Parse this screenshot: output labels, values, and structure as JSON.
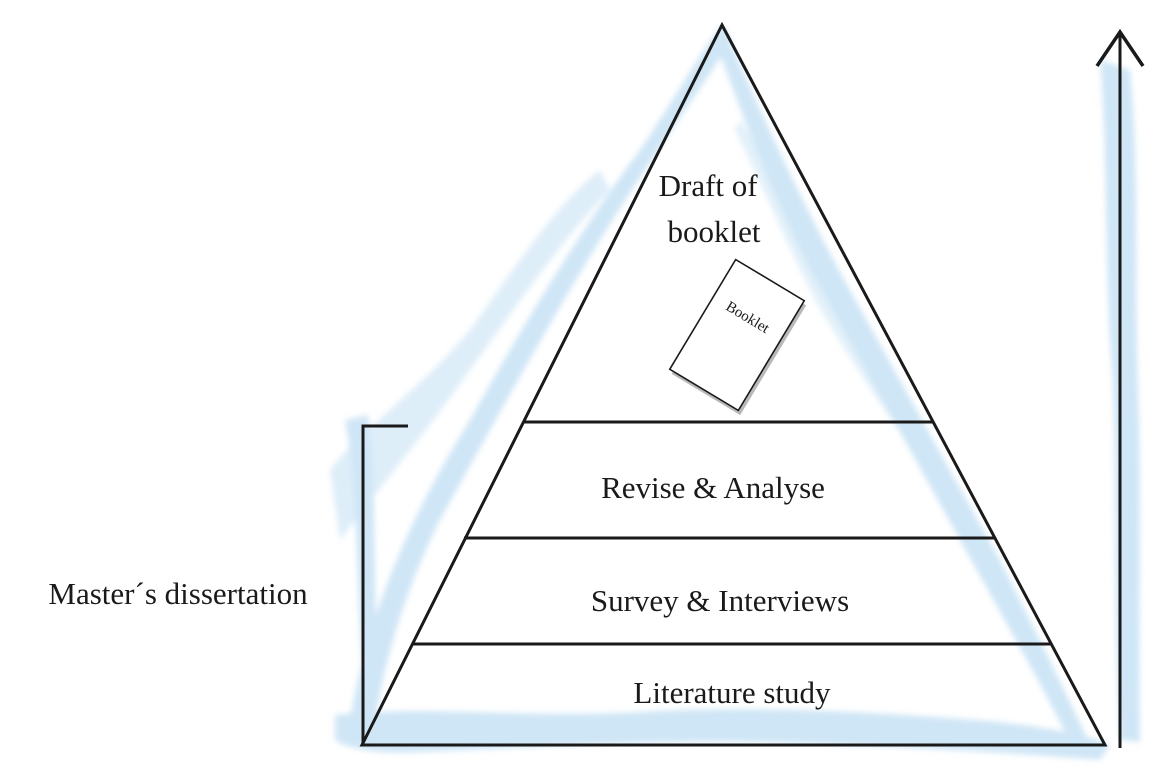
{
  "diagram": {
    "side_label": "Master´s dissertation",
    "top_section_lines": [
      "Draft of",
      "booklet"
    ],
    "booklet_icon_text": "Booklet",
    "levels": [
      {
        "label": "Revise & Analyse"
      },
      {
        "label": "Survey & Interviews"
      },
      {
        "label": "Literature study"
      }
    ]
  },
  "colors": {
    "line": "#1a1a1a",
    "watercolor": "#a9d2ef",
    "book_shadow": "#b9b9b9"
  },
  "icons": {
    "arrow": "up-arrow-icon",
    "book": "booklet-icon"
  }
}
